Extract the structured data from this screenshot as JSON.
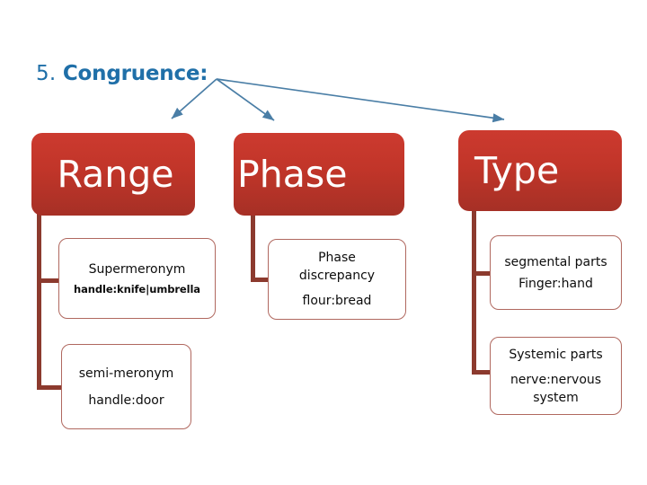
{
  "slide": {
    "title": {
      "number": "5.",
      "word": "Congruence:",
      "color": "#1F6FA8"
    },
    "colors": {
      "header_red_top": "#CC3A2F",
      "header_red_bottom": "#A63026",
      "connector": "#8C3A2E",
      "leaf_border": "#B0685F",
      "arrow": "#4A7EA6",
      "title_blue": "#1F6FA8",
      "background": "#ffffff"
    },
    "columns": [
      {
        "header": "Range",
        "items": [
          {
            "line1": "Supermeronym",
            "line2": "handle:knife|umbrella",
            "style": "tiny"
          },
          {
            "line1": "semi-meronym",
            "line2": "handle:door",
            "style": "normal"
          }
        ]
      },
      {
        "header": "Phase",
        "items": [
          {
            "line1": "Phase\ndiscrepancy",
            "line2": "flour:bread",
            "style": "normal"
          }
        ]
      },
      {
        "header": "Type",
        "items": [
          {
            "line1": "segmental parts",
            "line2": "Finger:hand",
            "style": "normal"
          },
          {
            "line1": "Systemic parts",
            "line2": "nerve:nervous\nsystem",
            "style": "normal"
          }
        ]
      }
    ],
    "arrows": {
      "origin_label": "title-anchor",
      "count": 3,
      "targets": [
        "Range",
        "Phase",
        "Type"
      ]
    }
  }
}
